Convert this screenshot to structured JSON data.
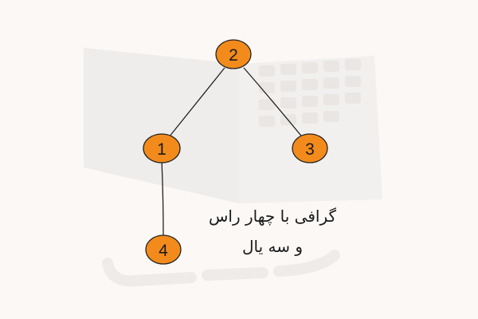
{
  "colors": {
    "background": "#fbf8f6",
    "node_fill": "#f38b1c",
    "node_stroke": "#222222",
    "edge": "#222222",
    "watermark": "#efedeb"
  },
  "watermark": {
    "icon": "open-book-grid-logo"
  },
  "graph": {
    "nodes": [
      {
        "id": "2",
        "label": "2"
      },
      {
        "id": "1",
        "label": "1"
      },
      {
        "id": "3",
        "label": "3"
      },
      {
        "id": "4",
        "label": "4"
      }
    ],
    "edges": [
      {
        "from": "2",
        "to": "1"
      },
      {
        "from": "2",
        "to": "3"
      },
      {
        "from": "1",
        "to": "4"
      }
    ]
  },
  "caption": {
    "line1": "گرافی با چهار راس",
    "line2": "و سه یال"
  }
}
